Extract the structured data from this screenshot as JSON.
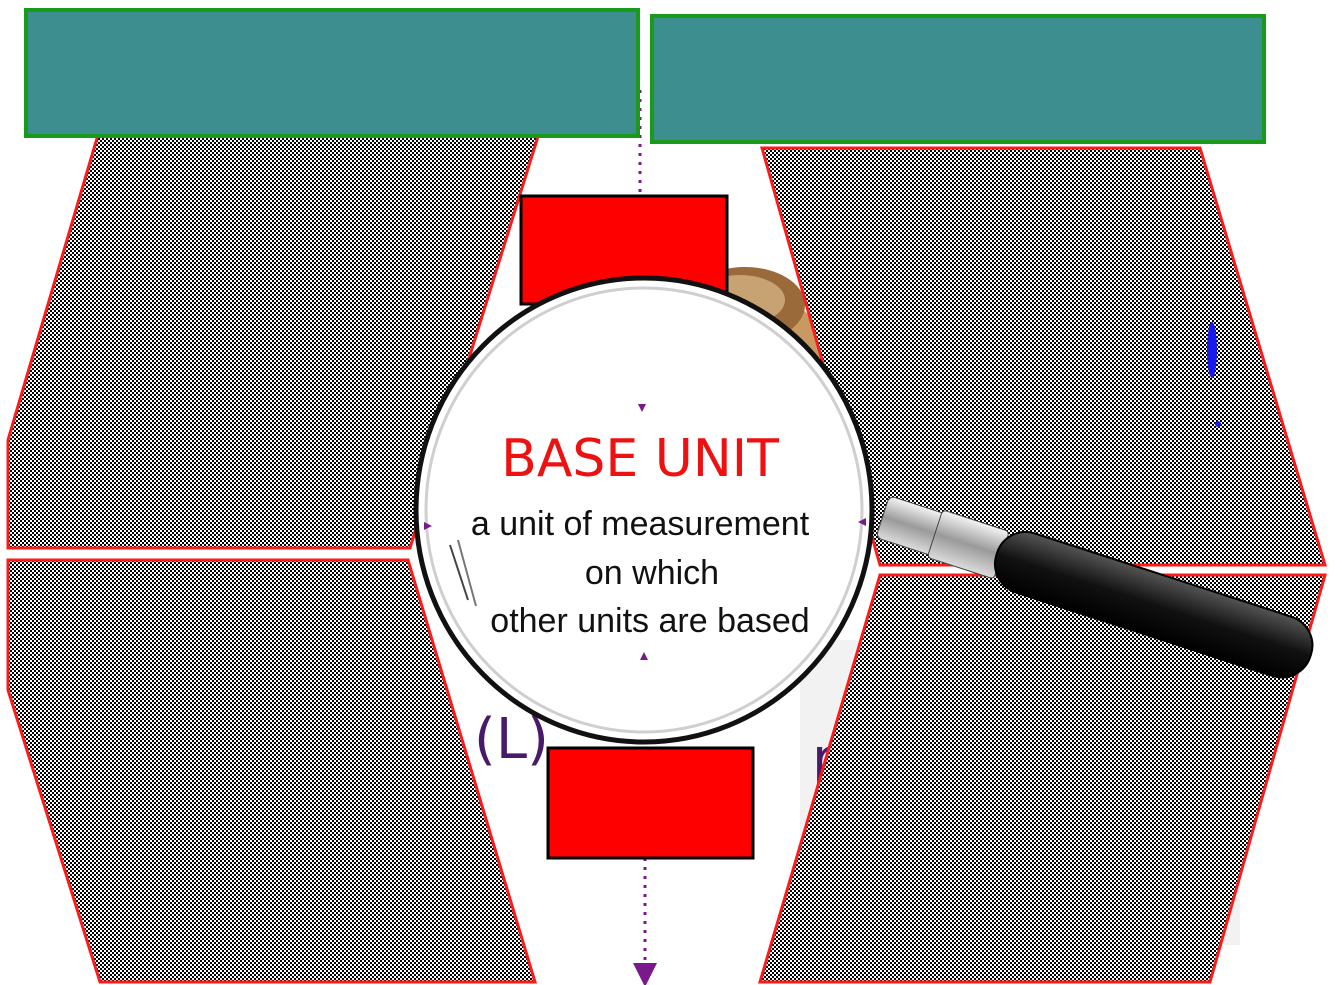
{
  "slide": {
    "title": "BASE UNIT",
    "definition": {
      "line1": "a unit of measurement",
      "line2": "on which",
      "line3": "other units are based"
    },
    "partial_label_left": "(L)",
    "partial_label_right": "p"
  },
  "colors": {
    "header_fill": "#3d8f8f",
    "header_border": "#1a9a1a",
    "panel_border": "#ff1a1a",
    "red_box": "#ff0000",
    "arrow": "#7a1a8a",
    "title_text": "#ee1111",
    "definition_text": "#111111",
    "partial_text": "#4a1a6a"
  },
  "icons": {
    "magnifier": "magnifying-glass-icon",
    "sandwich": "sandwich-image"
  }
}
